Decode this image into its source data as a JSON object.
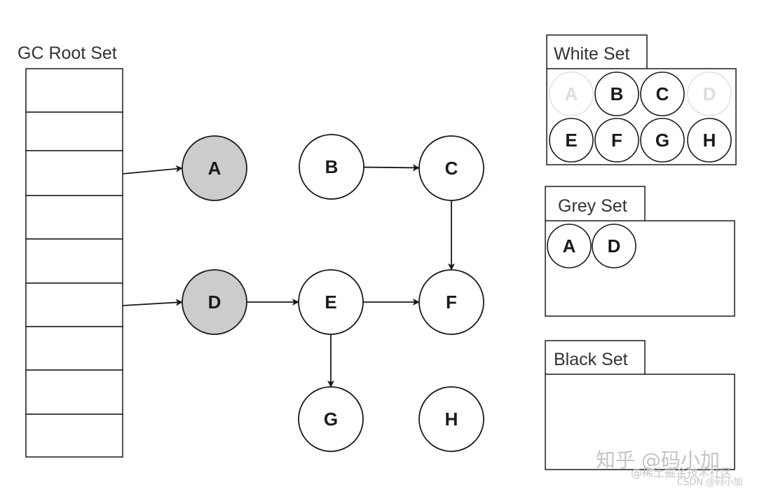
{
  "gc_root_set": {
    "title": "GC Root Set",
    "slot_count": 9
  },
  "graph": {
    "nodes": [
      {
        "id": "A",
        "label": "A",
        "color": "grey"
      },
      {
        "id": "B",
        "label": "B",
        "color": "white"
      },
      {
        "id": "C",
        "label": "C",
        "color": "white"
      },
      {
        "id": "D",
        "label": "D",
        "color": "grey"
      },
      {
        "id": "E",
        "label": "E",
        "color": "white"
      },
      {
        "id": "F",
        "label": "F",
        "color": "white"
      },
      {
        "id": "G",
        "label": "G",
        "color": "white"
      },
      {
        "id": "H",
        "label": "H",
        "color": "white"
      }
    ],
    "root_edges": [
      {
        "root_slot": 2,
        "to": "A"
      },
      {
        "root_slot": 5,
        "to": "D"
      }
    ],
    "edges": [
      {
        "from": "B",
        "to": "C"
      },
      {
        "from": "C",
        "to": "F"
      },
      {
        "from": "D",
        "to": "E"
      },
      {
        "from": "E",
        "to": "F"
      },
      {
        "from": "E",
        "to": "G"
      }
    ]
  },
  "sets": {
    "white": {
      "title": "White Set",
      "items": [
        {
          "label": "A",
          "faded": true
        },
        {
          "label": "B",
          "faded": false
        },
        {
          "label": "C",
          "faded": false
        },
        {
          "label": "D",
          "faded": true
        },
        {
          "label": "E",
          "faded": false
        },
        {
          "label": "F",
          "faded": false
        },
        {
          "label": "G",
          "faded": false
        },
        {
          "label": "H",
          "faded": false
        }
      ]
    },
    "grey": {
      "title": "Grey Set",
      "items": [
        {
          "label": "A",
          "faded": false
        },
        {
          "label": "D",
          "faded": false
        }
      ]
    },
    "black": {
      "title": "Black Set",
      "items": []
    }
  },
  "watermark": {
    "line1": "知乎 @码小加",
    "line2": "@稀土掘金技术社区",
    "line3": "CSDN @码小加"
  },
  "colors": {
    "grey_node": "#cccccc",
    "white_node": "#ffffff",
    "stroke": "#1a1a1a",
    "faded_stroke": "#e2e2e2"
  }
}
